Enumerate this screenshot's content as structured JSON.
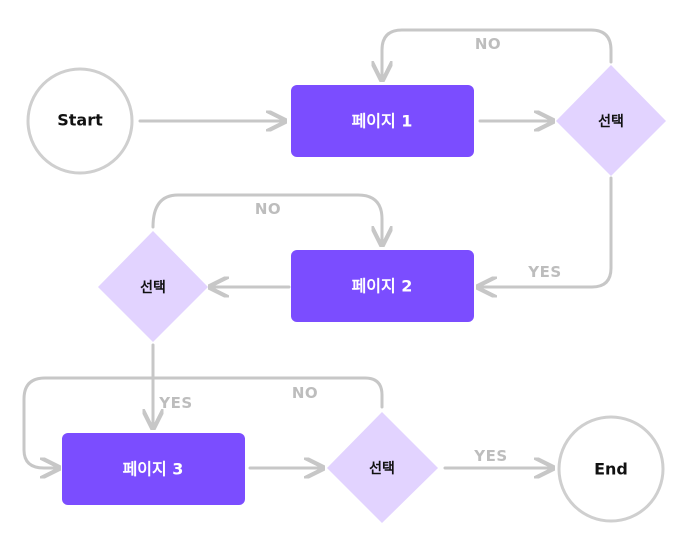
{
  "nodes": {
    "start": "Start",
    "page1": "페이지 1",
    "decision1": "선택",
    "page2": "페이지 2",
    "decision2": "선택",
    "page3": "페이지 3",
    "decision3": "선택",
    "end": "End"
  },
  "edges": {
    "d1_no": "NO",
    "d1_yes": "YES",
    "d2_no": "NO",
    "d2_yes": "YES",
    "d3_no": "NO",
    "d3_yes": "YES"
  },
  "colors": {
    "process": "#7b4dff",
    "decision": "#e2d3ff",
    "terminal_border": "#cfcfcf",
    "edge": "#c7c7c7",
    "edge_label": "#bdbdbd"
  }
}
